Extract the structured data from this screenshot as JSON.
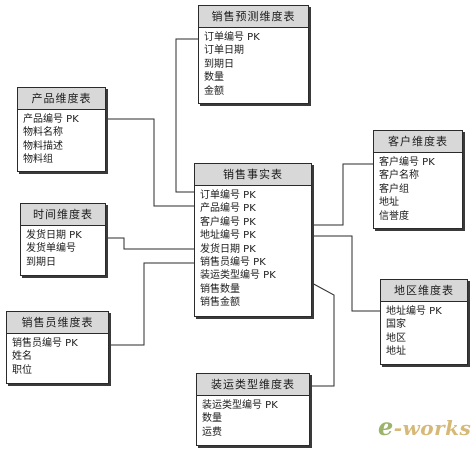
{
  "tables": [
    {
      "id": "sales-forecast",
      "title": "销售预测维度表",
      "fields": [
        "订单编号  PK",
        "订单日期",
        "到期日",
        "数量",
        "金额"
      ]
    },
    {
      "id": "product",
      "title": "产品维度表",
      "fields": [
        "产品编号  PK",
        "物料名称",
        "物料描述",
        "物料组"
      ]
    },
    {
      "id": "time",
      "title": "时间维度表",
      "fields": [
        "发货日期  PK",
        "发货单编号",
        "到期日"
      ]
    },
    {
      "id": "salesperson",
      "title": "销售员维度表",
      "fields": [
        "销售员编号  PK",
        "姓名",
        "职位"
      ]
    },
    {
      "id": "sales-fact",
      "title": "销售事实表",
      "fields": [
        "订单编号  PK",
        "产品编号  PK",
        "客户编号  PK",
        "地址编号  PK",
        "发货日期  PK",
        "销售员编号  PK",
        "装运类型编号  PK",
        "销售数量",
        "销售金额"
      ]
    },
    {
      "id": "customer",
      "title": "客户维度表",
      "fields": [
        "客户编号  PK",
        "客户名称",
        "客户组",
        "地址",
        "信誉度"
      ]
    },
    {
      "id": "region",
      "title": "地区维度表",
      "fields": [
        "地址编号  PK",
        "国家",
        "地区",
        "地址"
      ]
    },
    {
      "id": "shipping",
      "title": "装运类型维度表",
      "fields": [
        "装运类型编号  PK",
        "数量",
        "运费"
      ]
    }
  ],
  "watermark": {
    "prefix": "e",
    "suffix": "-works"
  }
}
